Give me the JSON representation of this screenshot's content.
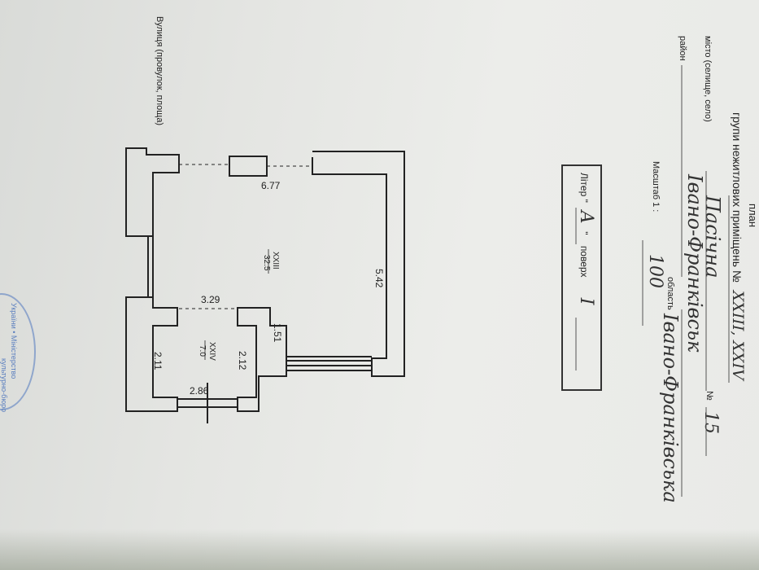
{
  "header": {
    "plan_word": "план",
    "title_prefix": "групи нежитлових приміщень №",
    "title_value": "XXIII, XXIV"
  },
  "address": {
    "street_label": "Вулиця (провулок, площа)",
    "street_value": "Пасічна",
    "number_label": "№",
    "number_value": "15",
    "city_label": "місто (селище, село)",
    "city_value": "Івано-Франківськ",
    "district_label": "район",
    "region_label": "область",
    "region_value": "Івано-Франківська"
  },
  "scale": {
    "label": "Масштаб 1 :",
    "value": "100"
  },
  "liter_box": {
    "liter_label": "Літер \"",
    "liter_value": "А",
    "liter_close": "\"",
    "floor_label": "поверх",
    "floor_value": "I"
  },
  "plan": {
    "dimensions": {
      "top_width": "6.77",
      "right_length": "5.42",
      "middle_width": "3.29",
      "wall_depth": "1.51",
      "small_right": "2.12",
      "small_left": "2.11",
      "bottom_width": "2.86"
    },
    "rooms": [
      {
        "number": "XXIII",
        "area": "32.5"
      },
      {
        "number": "XXIV",
        "area": "7.0"
      }
    ]
  },
  "stamp": {
    "line1": "України • Міністерство",
    "line2": "культурно-бюро"
  }
}
